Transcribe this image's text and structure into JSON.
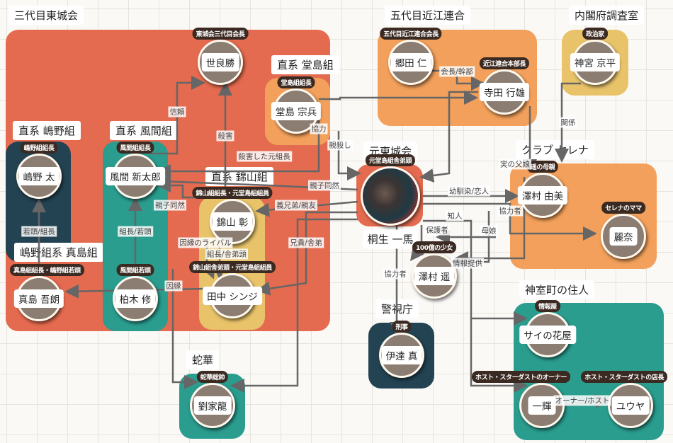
{
  "colors": {
    "red": "#e46b4f",
    "orange": "#f2a05b",
    "teal": "#2a9d8f",
    "dark": "#234352",
    "yellow": "#e8c36a",
    "node": "#8b7d71",
    "role_pill": "#3b2a22",
    "edge": "#666666"
  },
  "groups": [
    {
      "title": "三代目東城会",
      "color": "red"
    },
    {
      "title": "直系 堂島組",
      "color": "orange"
    },
    {
      "title": "直系 嶋野組",
      "color": "dark"
    },
    {
      "title": "嶋野組系 真島組",
      "color": "red"
    },
    {
      "title": "直系 風間組",
      "color": "teal"
    },
    {
      "title": "直系 錦山組",
      "color": "yellow"
    },
    {
      "title": "元東城会",
      "color": "red"
    },
    {
      "title": "五代目近江連合",
      "color": "orange"
    },
    {
      "title": "内閣府調査室",
      "color": "yellow"
    },
    {
      "title": "クラブ セレナ",
      "color": "orange"
    },
    {
      "title": "警視庁",
      "color": "dark"
    },
    {
      "title": "神室町の住人",
      "color": "teal"
    },
    {
      "title": "蛇華",
      "color": "teal"
    }
  ],
  "nodes": [
    {
      "name": "世良勝",
      "role": "東城会三代目会長"
    },
    {
      "name": "堂島 宗兵",
      "role": "堂島組組長"
    },
    {
      "name": "嶋野 太",
      "role": "嶋野組組長"
    },
    {
      "name": "風間 新太郎",
      "role": "風間組組長"
    },
    {
      "name": "錦山 彰",
      "role": "錦山組組長・元堂島組組員"
    },
    {
      "name": "真島 吾朗",
      "role": "真島組組長・嶋野組若頭"
    },
    {
      "name": "柏木 修",
      "role": "風間組若頭"
    },
    {
      "name": "田中 シンジ",
      "role": "錦山組舎弟頭・元堂島組組員"
    },
    {
      "name": "桐生 一馬",
      "role": "元堂島組舎弟頭",
      "photo": true
    },
    {
      "name": "郷田 仁",
      "role": "五代目近江連合会長"
    },
    {
      "name": "寺田 行雄",
      "role": "近江連合本部長"
    },
    {
      "name": "神宮 京平",
      "role": "政治家"
    },
    {
      "name": "澤村 由美",
      "role": "遥の母親"
    },
    {
      "name": "麗奈",
      "role": "セレナのママ"
    },
    {
      "name": "澤村 遥",
      "role": "100億の少女"
    },
    {
      "name": "伊達 真",
      "role": "刑事"
    },
    {
      "name": "サイの花屋",
      "role": "情報屋"
    },
    {
      "name": "一輝",
      "role": "ホスト・スターダストのオーナー"
    },
    {
      "name": "ユウヤ",
      "role": "ホスト・スターダストの店長"
    },
    {
      "name": "劉家龍",
      "role": "蛇華総帥"
    }
  ],
  "edges": [
    {
      "label": "信頼"
    },
    {
      "label": "殺害"
    },
    {
      "label": "殺害した元組長"
    },
    {
      "label": "親子同然"
    },
    {
      "label": "親子同然"
    },
    {
      "label": "協力"
    },
    {
      "label": "親殺し"
    },
    {
      "label": "会長/幹部"
    },
    {
      "label": "関係"
    },
    {
      "label": "実の父娘"
    },
    {
      "label": "幼馴染/恋人"
    },
    {
      "label": "協力者"
    },
    {
      "label": "母娘"
    },
    {
      "label": "情報提供"
    },
    {
      "label": "知人"
    },
    {
      "label": "保護者"
    },
    {
      "label": "協力者"
    },
    {
      "label": "若頭/組長"
    },
    {
      "label": "組長/若頭"
    },
    {
      "label": "因縁"
    },
    {
      "label": "因縁のライバル"
    },
    {
      "label": "組長/舎弟頭"
    },
    {
      "label": "義兄弟/親友"
    },
    {
      "label": "兄貴/舎弟"
    },
    {
      "label": "オーナー/ホスト"
    },
    {
      "label": ""
    },
    {
      "label": ""
    },
    {
      "label": ""
    },
    {
      "label": ""
    },
    {
      "label": ""
    }
  ]
}
